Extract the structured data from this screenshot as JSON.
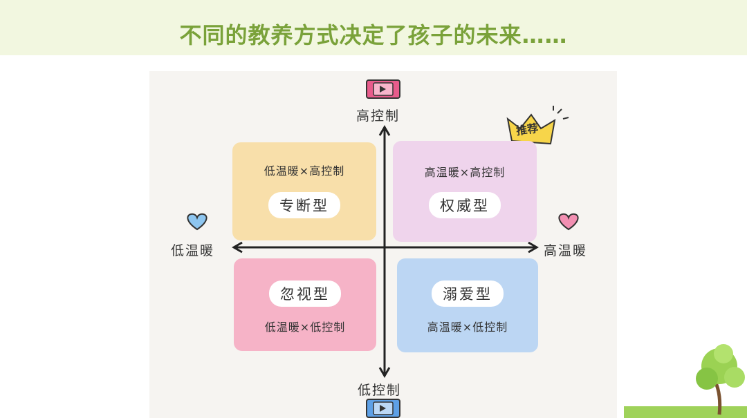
{
  "header": {
    "title": "不同的教养方式决定了孩子的未来……"
  },
  "axes": {
    "top": "高控制",
    "bottom": "低控制",
    "left": "低温暖",
    "right": "高温暖"
  },
  "quadrants": {
    "top_left": {
      "subtitle": "低温暖×高控制",
      "name": "专断型",
      "color": "#f8dfaa"
    },
    "top_right": {
      "subtitle": "高温暖×高控制",
      "name": "权威型",
      "color": "#efd4ec",
      "badge": "推荐"
    },
    "bottom_left": {
      "subtitle": "低温暖×低控制",
      "name": "忽视型",
      "color": "#f6b3c7"
    },
    "bottom_right": {
      "subtitle": "高温暖×低控制",
      "name": "溺爱型",
      "color": "#bcd6f3"
    }
  },
  "colors": {
    "banner": "#f2f7e0",
    "title": "#7aa23a",
    "heart_left": "#8ec6f0",
    "heart_right": "#f28fb2",
    "crown": "#f7d54a"
  },
  "icons": [
    "play-icon",
    "heart-icon",
    "crown-icon",
    "tree-icon"
  ]
}
